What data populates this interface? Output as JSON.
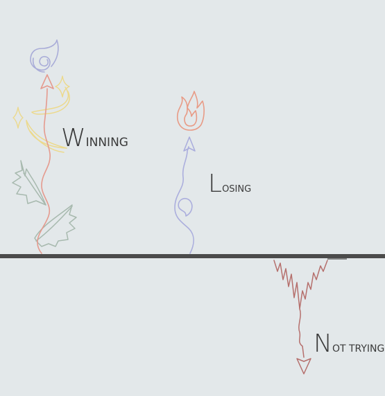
{
  "labels": {
    "winning": {
      "initial": "W",
      "rest": "INNING"
    },
    "losing": {
      "initial": "L",
      "rest": "OSING"
    },
    "not_trying": {
      "initial": "N",
      "rest": "OT TRYING"
    }
  },
  "colors": {
    "background": "#e3e8ea",
    "ground": "#4b4b4b",
    "winning_stem": "#e59a8e",
    "wind_swirl": "#a9acd8",
    "sparkle": "#ecd98c",
    "leaf": "#a7b9ae",
    "losing_stem": "#abaedd",
    "flame": "#e89b86",
    "not_trying_line": "#b56f6c"
  },
  "icons": [
    "wind-swirl-icon",
    "sparkle-icon",
    "leaf-icon",
    "flame-icon",
    "arrowhead-icon"
  ]
}
